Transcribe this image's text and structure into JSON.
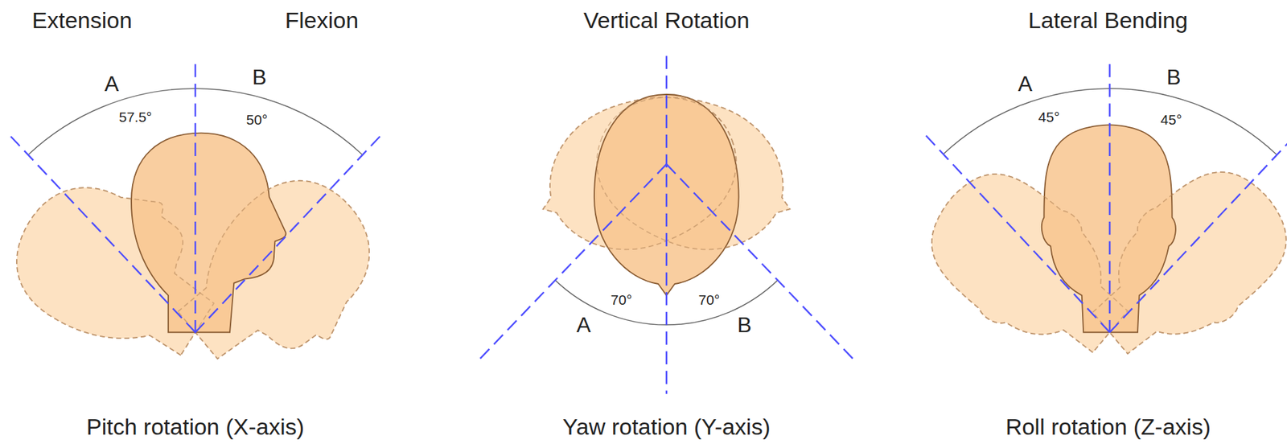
{
  "diagram": {
    "labels": [
      "Extension",
      "Flexion",
      "Vertical Rotation",
      "Lateral Bending",
      "A",
      "B",
      "57.5°",
      "50°",
      "70°",
      "70°",
      "A",
      "B",
      "A",
      "B",
      "45°",
      "45°",
      "Pitch rotation (X-axis)",
      "Yaw rotation (Y-axis)",
      "Roll rotation (Z-axis)"
    ]
  }
}
